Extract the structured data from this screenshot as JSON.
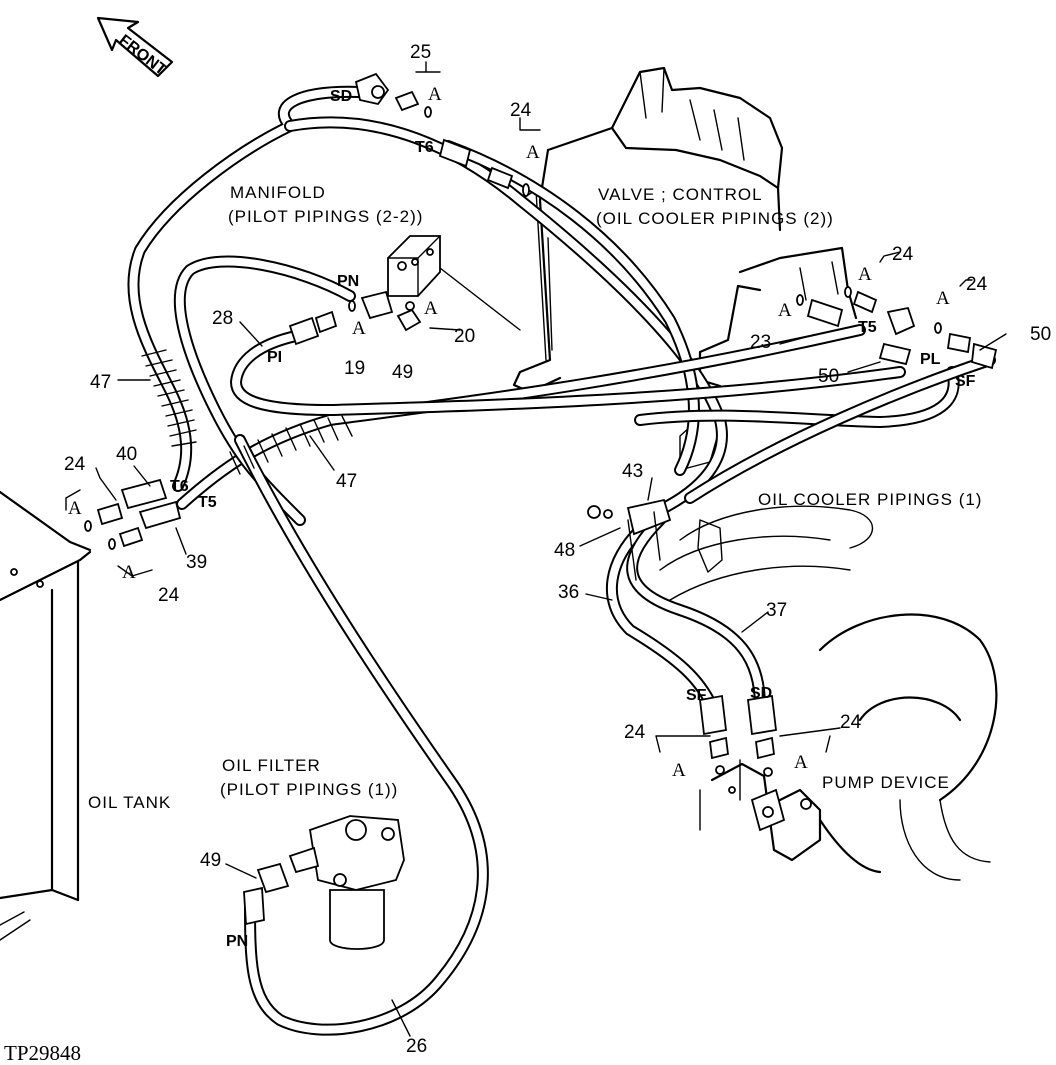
{
  "figure_id": "TP29848",
  "front_arrow_label": "FRONT",
  "component_labels": {
    "manifold": "MANIFOLD",
    "manifold_sub": "(PILOT PIPINGS (2-2))",
    "valve_control": "VALVE ; CONTROL",
    "valve_control_sub": "(OIL COOLER PIPINGS (2))",
    "oil_cooler_pipings": "OIL COOLER PIPINGS (1)",
    "pump_device": "PUMP DEVICE",
    "oil_tank": "OIL TANK",
    "oil_filter": "OIL FILTER",
    "oil_filter_sub": "(PILOT PIPINGS (1))"
  },
  "port_codes": {
    "sd_top": "SD",
    "t6_top": "T6",
    "pn_manifold": "PN",
    "pi_manifold": "PI",
    "t5_right": "T5",
    "pl_right": "PL",
    "sf_right": "SF",
    "t6_left": "T6",
    "t5_left": "T5",
    "sf_pump": "SF",
    "sd_pump": "SD",
    "pn_filter": "PN"
  },
  "detail_marker": "A",
  "part_numbers": {
    "p25": "25",
    "p24_top": "24",
    "p24_valve_a": "24",
    "p24_valve_b": "24",
    "p50_top": "50",
    "p50_mid": "50",
    "p23": "23",
    "p28": "28",
    "p20": "20",
    "p19": "19",
    "p49_manifold": "49",
    "p47_left": "47",
    "p47_center": "47",
    "p24_tank_top": "24",
    "p40": "40",
    "p39": "39",
    "p24_tank_bottom": "24",
    "p43": "43",
    "p48": "48",
    "p36": "36",
    "p37": "37",
    "p24_pump_left": "24",
    "p24_pump_right": "24",
    "p49_filter": "49",
    "p26": "26"
  }
}
